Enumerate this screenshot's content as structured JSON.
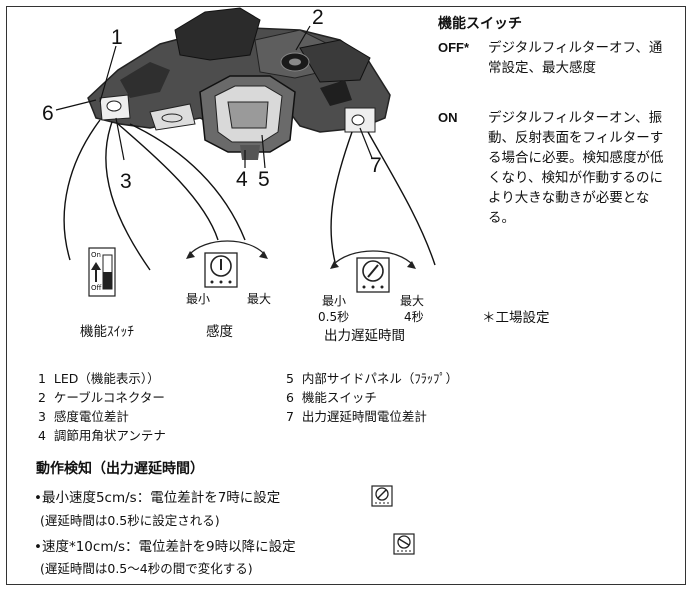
{
  "callouts": [
    "1",
    "2",
    "3",
    "4",
    "5",
    "6",
    "7"
  ],
  "function_switch": {
    "title": "機能スイッチ",
    "off_key": "OFF*",
    "off_desc": "デジタルフィルターオフ、通常設定、最大感度",
    "on_key": "ON",
    "on_desc": "デジタルフィルターオン、振動、反射表面をフィルターする場合に必要。検知感度が低くなり、検知が作動するのにより大きな動きが必要となる。"
  },
  "switch_diagram": {
    "on_label": "On",
    "off_label": "Off",
    "caption": "機能ｽｲｯﾁ"
  },
  "sensitivity_diagram": {
    "min_label": "最小",
    "max_label": "最大",
    "caption": "感度"
  },
  "delay_diagram": {
    "min_label": "最小",
    "min_value": "0.5秒",
    "max_label": "最大",
    "max_value": "4秒",
    "caption": "出力遅延時間"
  },
  "factory_setting": "＊工場設定",
  "legend": {
    "left": [
      {
        "num": "1",
        "text": "LED（機能表示））"
      },
      {
        "num": "2",
        "text": "ケーブルコネクター"
      },
      {
        "num": "3",
        "text": "感度電位差計"
      },
      {
        "num": "4",
        "text": "調節用角状アンテナ"
      }
    ],
    "right": [
      {
        "num": "5",
        "text": "内部サイドパネル（ﾌﾗｯﾌﾟ）"
      },
      {
        "num": "6",
        "text": "機能スイッチ"
      },
      {
        "num": "7",
        "text": "出力遅延時間電位差計"
      }
    ]
  },
  "motion_detection": {
    "title": "動作検知（出力遅延時間）",
    "bullet1": "•最小速度5cm/s：電位差計を7時に設定",
    "bullet1_note": "(遅延時間は0.5秒に設定される)",
    "bullet2": "•速度*10cm/s：電位差計を9時以降に設定",
    "bullet2_note": "(遅延時間は0.5〜4秒の間で変化する)"
  }
}
